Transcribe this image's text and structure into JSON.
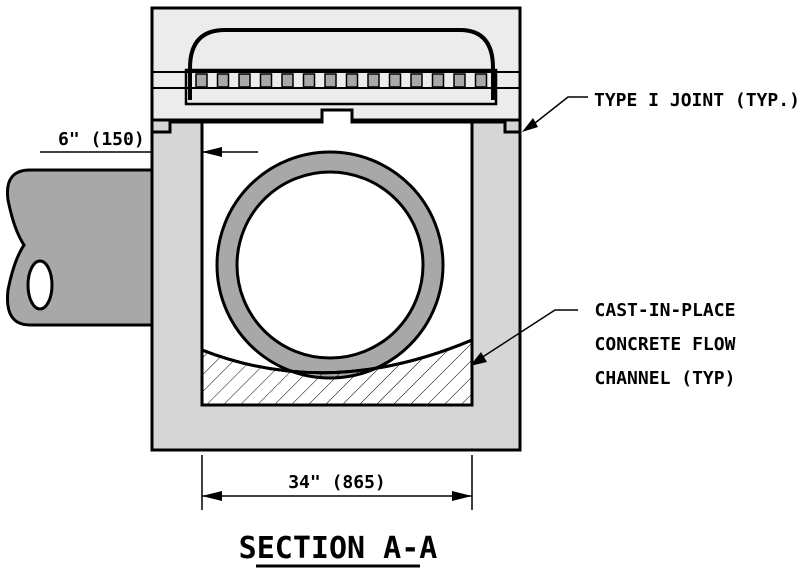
{
  "drawing": {
    "dim_wall": "6\" (150)",
    "dim_width": "34\" (865)",
    "callout_joint": "TYPE I JOINT (TYP.)",
    "callout_channel": [
      "CAST-IN-PLACE",
      "CONCRETE FLOW",
      "CHANNEL (TYP)"
    ],
    "title": "SECTION A-A"
  },
  "colors": {
    "line": "#000000",
    "concrete": "#d6d6d6",
    "top_slab": "#ececec",
    "pipe_wall": "#a8a8a8",
    "background": "#ffffff"
  }
}
